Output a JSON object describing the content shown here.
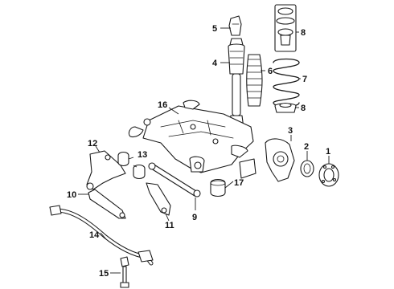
{
  "callouts": {
    "c1": "1",
    "c2": "2",
    "c3": "3",
    "c4": "4",
    "c5": "5",
    "c6": "6",
    "c7": "7",
    "c8a": "8",
    "c8b": "8",
    "c9": "9",
    "c10": "10",
    "c11": "11",
    "c12": "12",
    "c13": "13",
    "c14": "14",
    "c15": "15",
    "c16": "16",
    "c17": "17"
  },
  "colors": {
    "line": "#1a1a1a",
    "background": "#ffffff"
  }
}
